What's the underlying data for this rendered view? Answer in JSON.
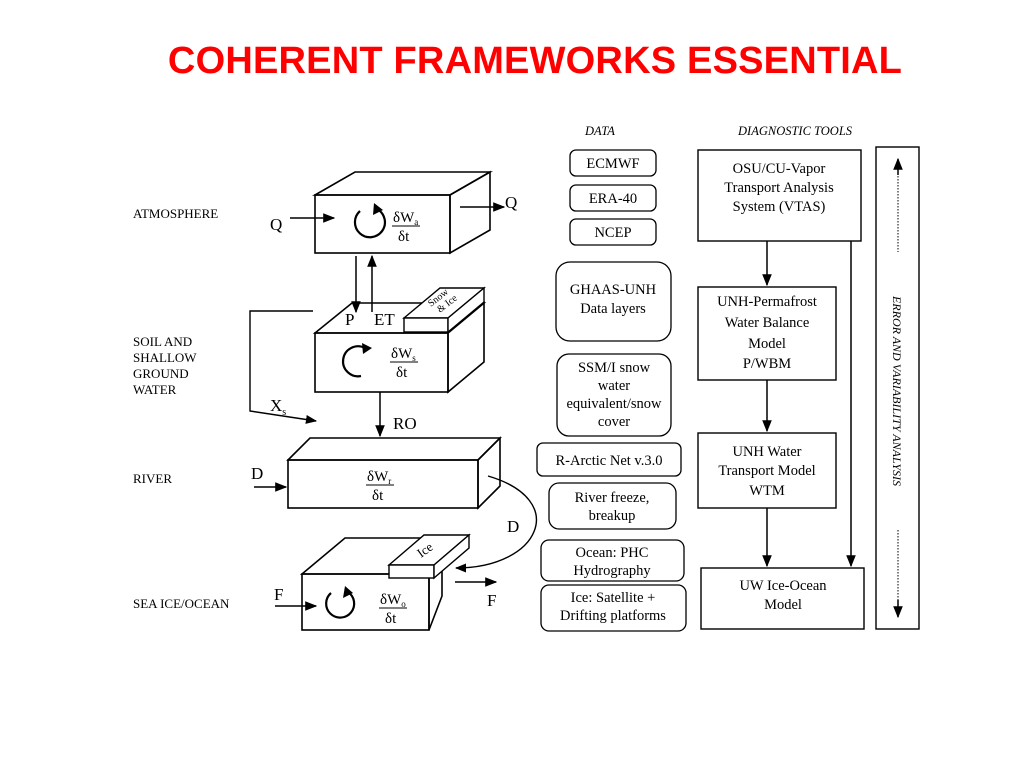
{
  "title": "COHERENT FRAMEWORKS ESSENTIAL",
  "colors": {
    "title": "#ff0000",
    "line": "#000000",
    "background": "#ffffff"
  },
  "headers": {
    "data": "DATA",
    "tools": "DIAGNOSTIC TOOLS"
  },
  "compartments": {
    "atmosphere": "ATMOSPHERE",
    "soil": [
      "SOIL AND",
      "SHALLOW",
      "GROUND",
      "WATER"
    ],
    "river": "RIVER",
    "sea": "SEA ICE/OCEAN"
  },
  "fluxes": {
    "q_in": "Q",
    "q_out": "Q",
    "p": "P",
    "et": "ET",
    "xs": "X",
    "xs_sub": "s",
    "ro": "RO",
    "d_in": "D",
    "d_out": "D",
    "f_in": "F",
    "f_out": "F"
  },
  "storage": {
    "num": "δW",
    "den": "δt",
    "sub_a": "a",
    "sub_s": "s",
    "sub_r": "r",
    "sub_o": "o"
  },
  "snow_ice": [
    "Snow",
    "& Ice"
  ],
  "ice_block": "Ice",
  "data_sources": {
    "ecmwf": [
      "ECMWF"
    ],
    "era40": [
      "ERA-40"
    ],
    "ncep": [
      "NCEP"
    ],
    "ghaas": [
      "GHAAS-UNH",
      "Data layers"
    ],
    "ssmi": [
      "SSM/I snow",
      "water",
      "equivalent/snow",
      "cover"
    ],
    "rarctic": [
      "R-Arctic Net v.3.0"
    ],
    "river_freeze": [
      "River freeze,",
      "breakup"
    ],
    "ocean_phc": [
      "Ocean: PHC",
      "Hydrography"
    ],
    "ice_sat": [
      "Ice: Satellite +",
      "Drifting platforms"
    ]
  },
  "tools": {
    "vtas": [
      "OSU/CU-Vapor",
      "Transport Analysis",
      "System (VTAS)"
    ],
    "pwbm": [
      "UNH-Permafrost",
      "Water Balance",
      "Model",
      "P/WBM"
    ],
    "wtm": [
      "UNH Water",
      "Transport Model",
      "WTM"
    ],
    "uw": [
      "UW Ice-Ocean",
      "Model"
    ]
  },
  "error_label": "ERROR AND VARIABILITY ANALYSIS"
}
